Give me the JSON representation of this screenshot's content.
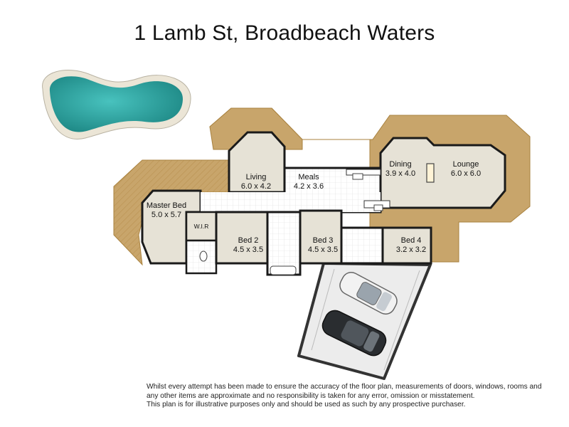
{
  "title": "1 Lamb St, Broadbeach Waters",
  "rooms": [
    {
      "name": "Master Bed",
      "size": "5.0 x 5.7"
    },
    {
      "name": "W.I.R",
      "size": ""
    },
    {
      "name": "Living",
      "size": "6.0 x 4.2"
    },
    {
      "name": "Meals",
      "size": "4.2 x 3.6"
    },
    {
      "name": "Dining",
      "size": "3.9 x 4.0"
    },
    {
      "name": "Lounge",
      "size": "6.0 x 6.0"
    },
    {
      "name": "Bed 2",
      "size": "4.5 x 3.5"
    },
    {
      "name": "Bed 3",
      "size": "4.5 x 3.5"
    },
    {
      "name": "Bed 4",
      "size": "3.2 x 3.2"
    }
  ],
  "disclaimer": [
    "Whilst every attempt has been made to ensure the accuracy of the floor plan, measurements of doors, windows, rooms and",
    "any other items are approximate and no responsibility is taken for any error, omission or misstatement.",
    "This plan is for illustrative purposes only and should be used as such by any prospective purchaser."
  ],
  "colors": {
    "deck": "#c8a56b",
    "deck_edge": "#a9823f",
    "floor": "#e6e2d6",
    "tile": "#ffffff",
    "garage": "#ececec",
    "pool_water": "#2ea6a2",
    "pool_edge": "#e9e4d7",
    "wall": "#1a1a1a"
  },
  "icons": [
    "pool",
    "car-white",
    "car-black",
    "stove",
    "sink",
    "bathtub",
    "toilet",
    "fireplace"
  ]
}
